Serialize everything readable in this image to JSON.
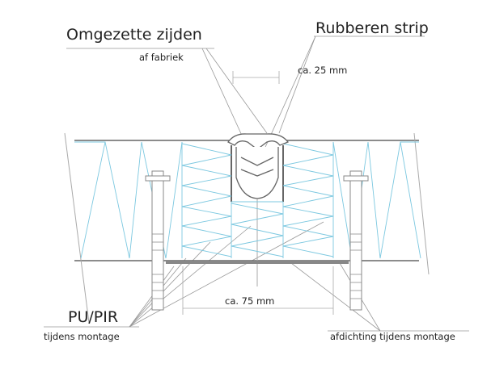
{
  "labels": {
    "omgezette": "Omgezette zijden",
    "af_fabriek": "af fabriek",
    "rubberen": "Rubberen strip",
    "dim_25": "ca. 25 mm",
    "dim_75": "ca. 75 mm",
    "pupir": "PU/PIR",
    "tijdens": "tijdens montage",
    "afdichting": "afdichting tijdens montage"
  },
  "colors": {
    "insulation": "#7cc8e0",
    "line": "#555555",
    "leader": "#999999"
  }
}
